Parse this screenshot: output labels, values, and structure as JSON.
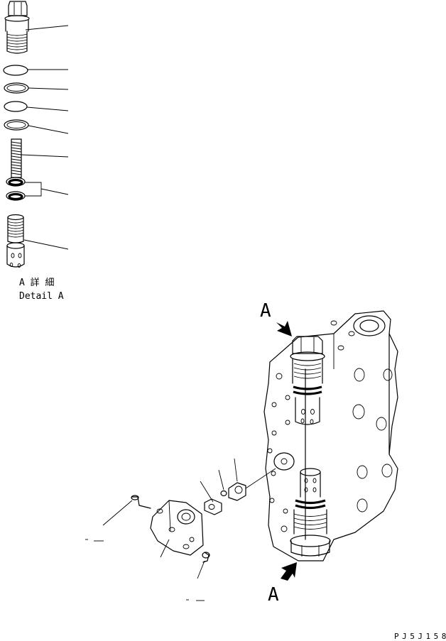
{
  "detail_caption": {
    "jp": "A 詳 細",
    "en": "Detail A"
  },
  "view_markers": {
    "top": "A",
    "bottom": "A"
  },
  "drawing_code": "PJ5J158"
}
